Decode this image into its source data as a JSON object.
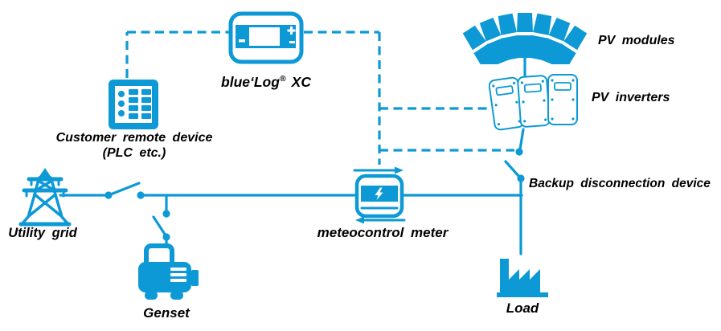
{
  "diagram": {
    "colors": {
      "accent": "#0d99d6",
      "label": "#000000",
      "bg": "#ffffff"
    },
    "labels": {
      "bluelog": {
        "pre": "blue‘Log",
        "sup": "®",
        "post": "XC"
      },
      "pv_modules": "PV modules",
      "pv_inverters": "PV inverters",
      "customer_remote_line1": "Customer remote device",
      "customer_remote_line2": "(PLC etc.)",
      "utility_grid": "Utility grid",
      "meter": "meteocontrol meter",
      "backup_device": "Backup disconnection device",
      "genset": "Genset",
      "load": "Load"
    }
  }
}
